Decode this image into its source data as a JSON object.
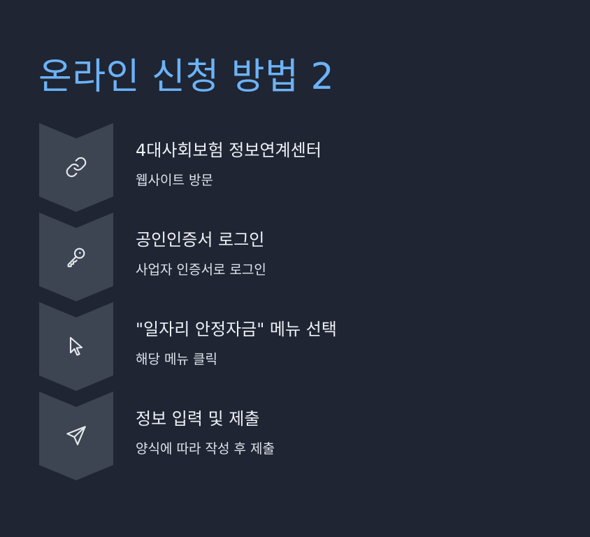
{
  "title": "온라인 신청 방법 2",
  "colors": {
    "background": "#1f2533",
    "title": "#6cb2f7",
    "chevron": "#3d4452",
    "icon": "#e6e9ee",
    "text": "#eef1f5"
  },
  "steps": [
    {
      "icon": "link-icon",
      "title": "4대사회보험 정보연계센터",
      "description": "웹사이트 방문"
    },
    {
      "icon": "key-icon",
      "title": "공인인증서 로그인",
      "description": "사업자 인증서로 로그인"
    },
    {
      "icon": "cursor-icon",
      "title": "\"일자리 안정자금\" 메뉴 선택",
      "description": "해당 메뉴 클릭"
    },
    {
      "icon": "paper-plane-icon",
      "title": "정보 입력 및 제출",
      "description": "양식에 따라 작성 후 제출"
    }
  ]
}
